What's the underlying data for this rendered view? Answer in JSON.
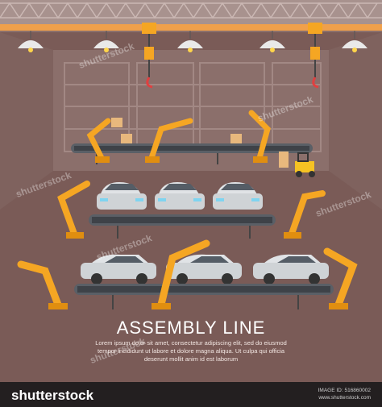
{
  "title": "ASSEMBLY LINE",
  "description": "Lorem ipsum dolor sit amet, consectetur adipiscing elit, sed do eiusmod tempor incididunt ut labore et dolore magna aliqua. Ut culpa qui officia deserunt mollit anim id est laborum",
  "footer": {
    "brand": "shutterstock",
    "image_id_label": "IMAGE ID: 516860002",
    "site": "www.shutterstock.com"
  },
  "watermark": "shutterstock",
  "colors": {
    "ceiling": "#e8a25a",
    "back_wall": "#8b6f6b",
    "floor": "#7a5b57",
    "robot_orange": "#f5a623",
    "car_silver": "#cfd3d6",
    "conveyor": "#5a5f66"
  }
}
